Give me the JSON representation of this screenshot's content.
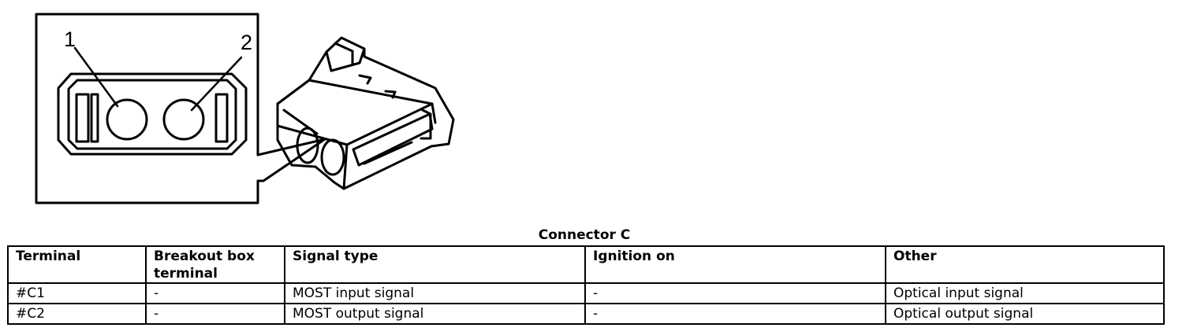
{
  "figure": {
    "callouts": [
      "1",
      "2"
    ]
  },
  "table": {
    "caption": "Connector C",
    "headers": [
      "Terminal",
      "Breakout box terminal",
      "Signal type",
      "Ignition on",
      "Other"
    ],
    "rows": [
      [
        "#C1",
        "-",
        "MOST input signal",
        "-",
        "Optical input signal"
      ],
      [
        "#C2",
        "-",
        "MOST output signal",
        "-",
        "Optical output signal"
      ]
    ]
  }
}
